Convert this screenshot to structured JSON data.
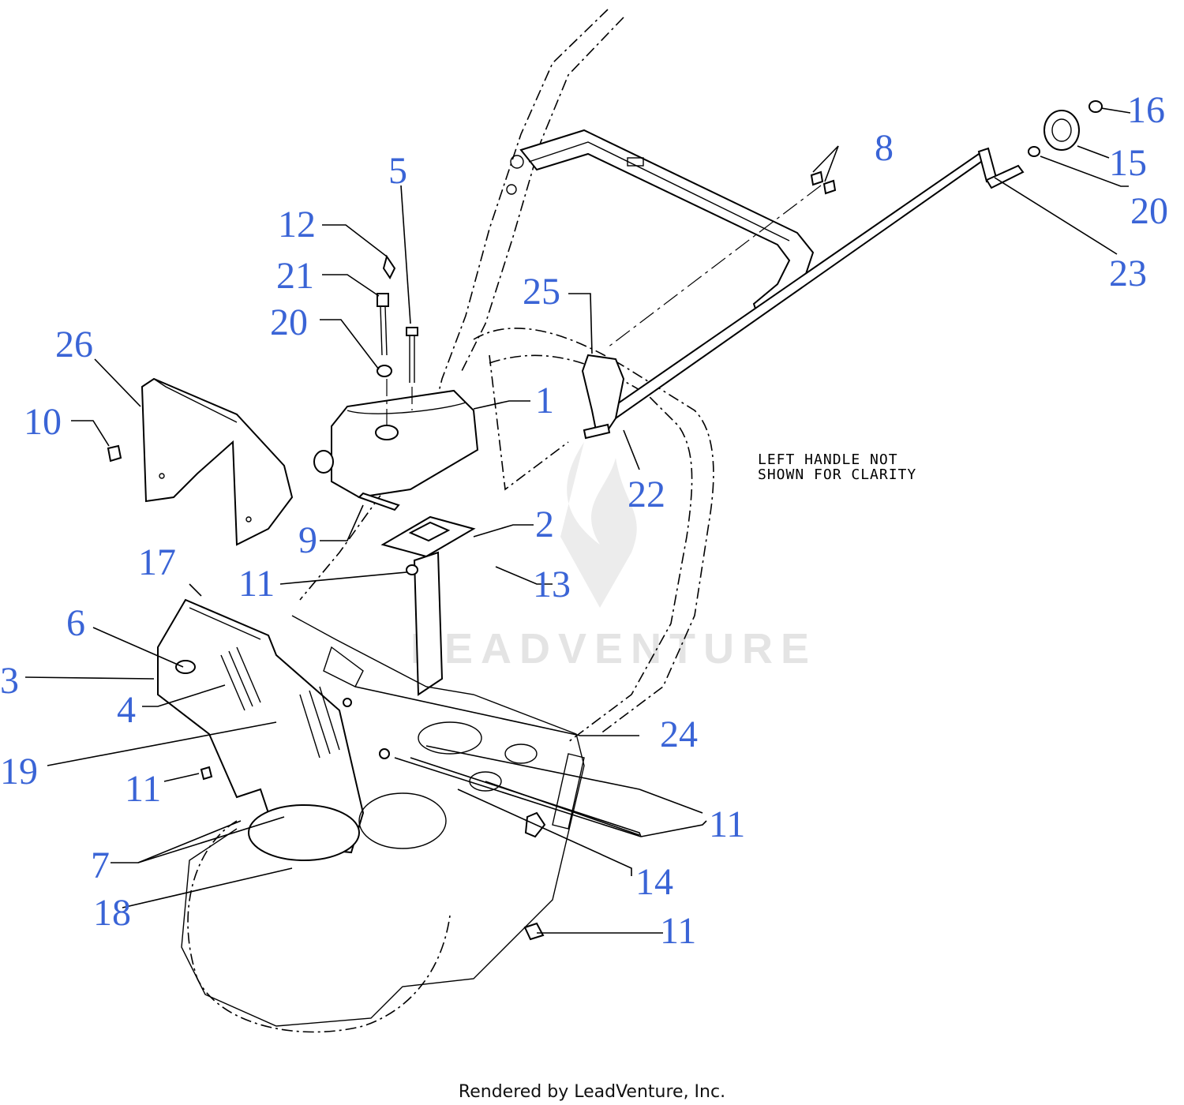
{
  "note": {
    "line1": "LEFT HANDLE NOT",
    "line2": "SHOWN FOR CLARITY"
  },
  "footer": "Rendered by LeadVenture, Inc.",
  "watermark": "LEADVENTURE",
  "callouts": {
    "c1": "1",
    "c2": "2",
    "c3": "3",
    "c4": "4",
    "c5": "5",
    "c6": "6",
    "c7": "7",
    "c8": "8",
    "c9": "9",
    "c10": "10",
    "c11a": "11",
    "c11b": "11",
    "c11c": "11",
    "c11d": "11",
    "c12": "12",
    "c13": "13",
    "c14": "14",
    "c15": "15",
    "c16": "16",
    "c17": "17",
    "c18": "18",
    "c19": "19",
    "c20a": "20",
    "c20b": "20",
    "c21": "21",
    "c22": "22",
    "c23": "23",
    "c24": "24",
    "c25": "25",
    "c26": "26"
  },
  "colors": {
    "callout": "#3a64d6",
    "line": "#000000",
    "watermark": "#e4e4e4"
  }
}
